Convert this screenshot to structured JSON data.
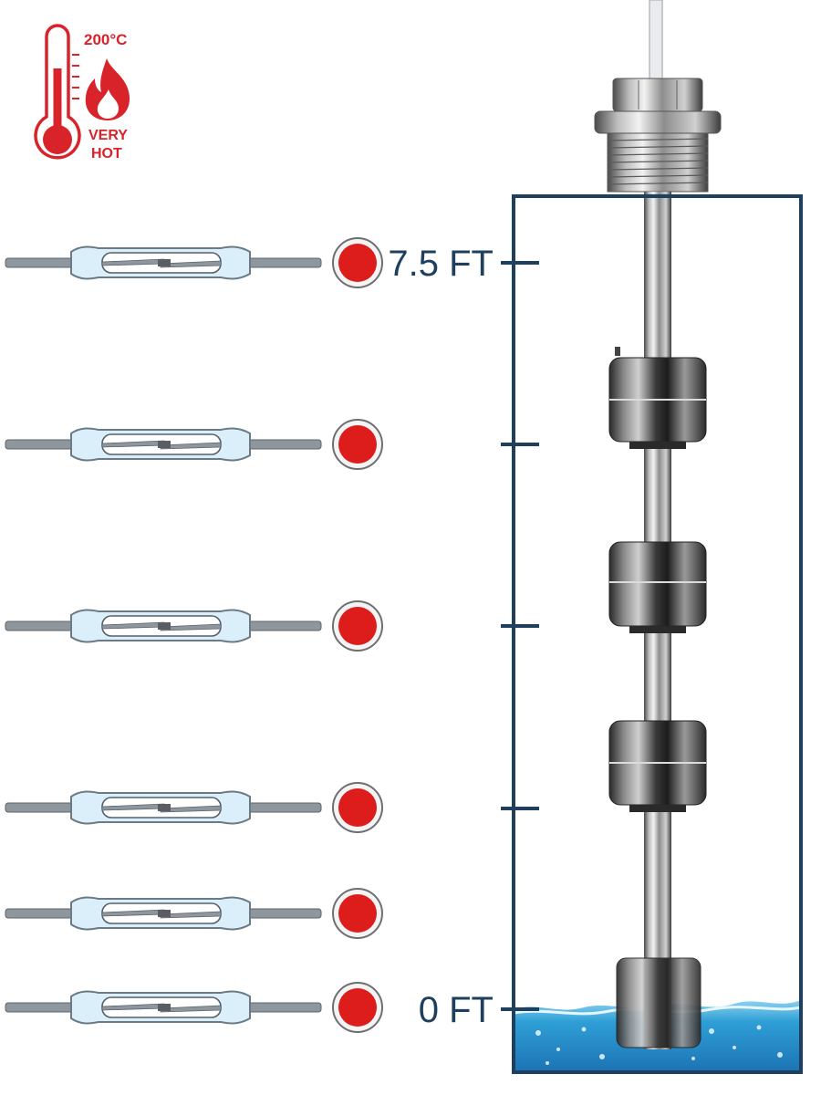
{
  "badge": {
    "temperature": "200°C",
    "line1": "VERY",
    "line2": "HOT",
    "color": "#d8232a"
  },
  "scale": {
    "top_label": "7.5 FT",
    "bottom_label": "0 FT",
    "color": "#1e3f5e"
  },
  "reed_switches": [
    {
      "state": "open"
    },
    {
      "state": "open"
    },
    {
      "state": "open"
    },
    {
      "state": "open"
    },
    {
      "state": "open"
    },
    {
      "state": "open"
    }
  ],
  "indicator_color": "#dd1c1c",
  "floats": 4,
  "water_color": "#2a9bd0"
}
